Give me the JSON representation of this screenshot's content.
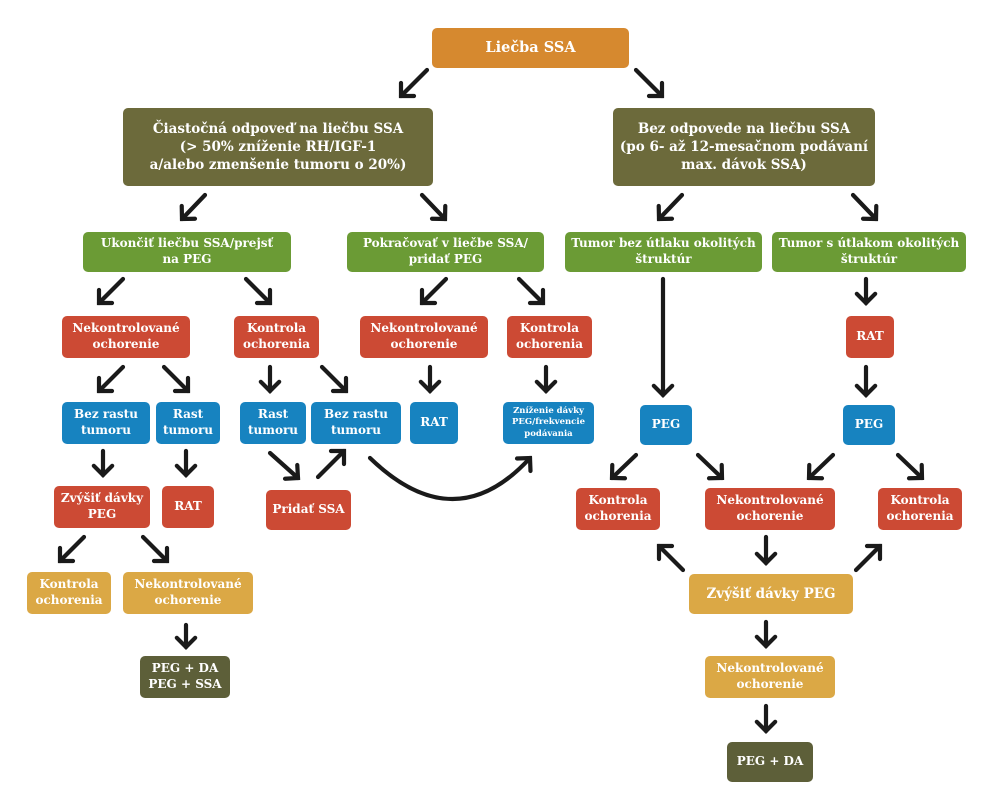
{
  "nodes": {
    "root": "Liečba SSA",
    "partial": "Čiastočná odpoveď na liečbu SSA\n(> 50% zníženie RH/IGF-1\na/alebo zmenšenie tumoru o 20%)",
    "none": "Bez odpovede na liečbu SSA\n(po 6- až 12-mesačnom podávaní\nmax. dávok SSA)",
    "stop": "Ukončiť liečbu SSA/prejsť\nna PEG",
    "continue": "Pokračovať v liečbe SSA/\npridať PEG",
    "no_comp": "Tumor bez útlaku okolitých\nštruktúr",
    "comp": "Tumor s útlakom okolitých\nštruktúr",
    "unc1": "Nekontrolované\nochorenie",
    "ctrl1": "Kontrola\nochorenia",
    "unc2": "Nekontrolované\nochorenie",
    "ctrl2": "Kontrola\nochorenia",
    "rat_comp": "RAT",
    "nogrowth1": "Bez rastu\ntumoru",
    "growth1": "Rast\ntumoru",
    "growth2": "Rast\ntumoru",
    "nogrowth2": "Bez rastu\ntumoru",
    "rat_unc2": "RAT",
    "reduce": "Zníženie dávky\nPEG/frekvencie\npodávania",
    "peg1": "PEG",
    "peg2": "PEG",
    "increase1": "Zvýšiť dávky\nPEG",
    "rat_growth1": "RAT",
    "add_ssa": "Pridať SSA",
    "ctrl_r1": "Kontrola\nochorenia",
    "unc_r": "Nekontrolované\nochorenie",
    "ctrl_r2": "Kontrola\nochorenia",
    "ctrl_final": "Kontrola\nochorenia",
    "unc_final": "Nekontrolované\nochorenie",
    "increase2": "Zvýšiť dávky PEG",
    "combo1": "PEG + DA\nPEG + SSA",
    "unc_final2": "Nekontrolované\nochorenie",
    "combo2": "PEG + DA"
  },
  "colors": {
    "root": "#d6892f",
    "response": "#6c6a3b",
    "action": "#6b9b35",
    "outcome": "#cc4a34",
    "tumor_status": "#1783c0",
    "escalation": "#dba845",
    "combination": "#5d5f39",
    "arrow": "#1a1a1a"
  }
}
